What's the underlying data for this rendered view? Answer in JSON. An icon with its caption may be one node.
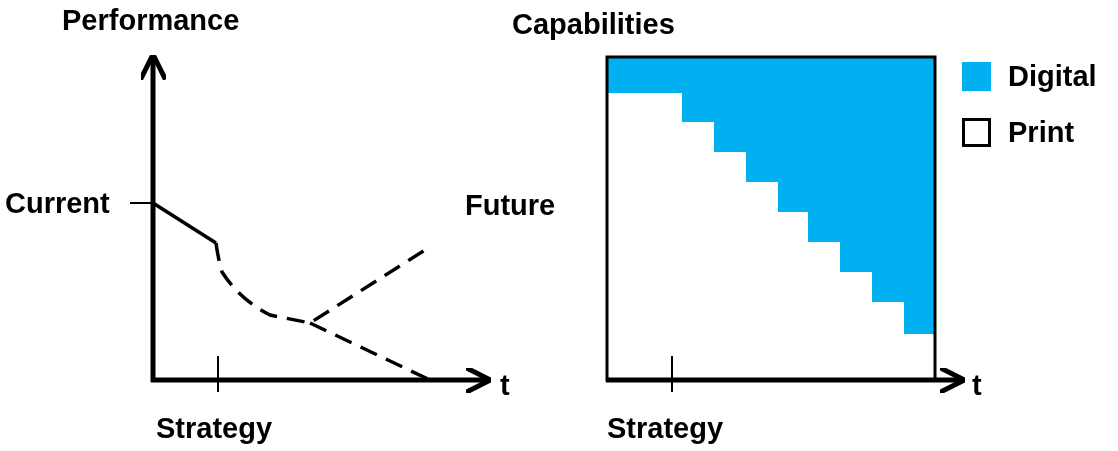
{
  "diagram": {
    "labels": [
      "Performance",
      "Current",
      "Future",
      "t",
      "Strategy",
      "Capabilities",
      "t",
      "Strategy"
    ],
    "legend": [
      {
        "text": "Digital",
        "color": "#00b0f0"
      },
      {
        "text": "Print",
        "color": "#ffffff"
      }
    ]
  }
}
